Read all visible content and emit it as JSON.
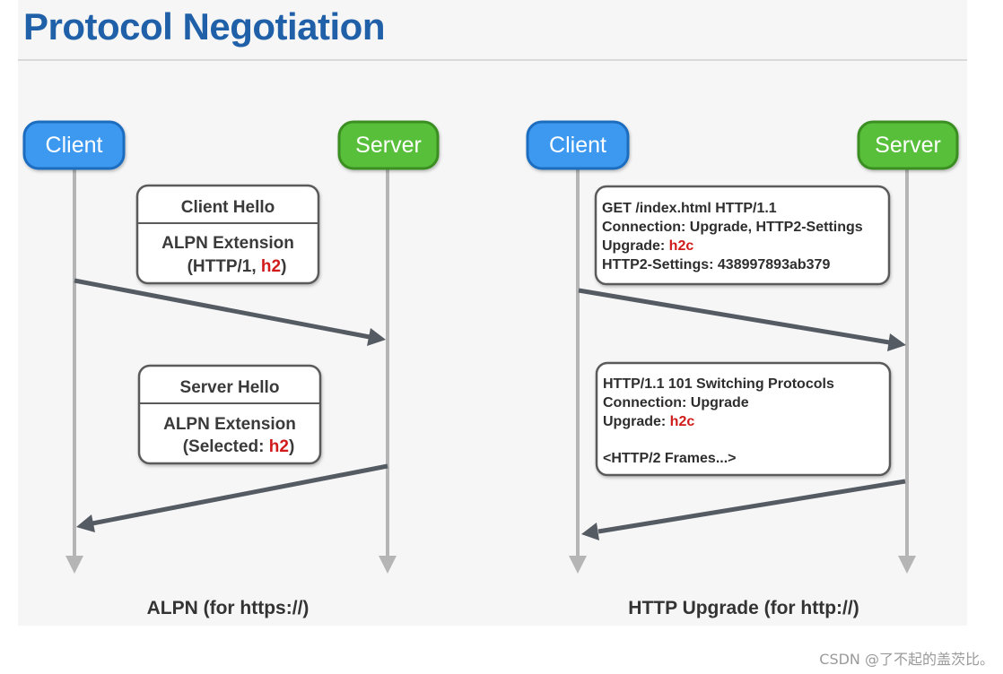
{
  "title": "Protocol Negotiation",
  "watermark": "CSDN @了不起的盖茨比。",
  "colors": {
    "title": "#1f60a8",
    "client_fill": "#3d99f0",
    "client_stroke": "#1f6dc0",
    "server_fill": "#59bf3a",
    "server_stroke": "#3a8f22",
    "highlight": "#d11b1b",
    "lifeline": "#b5b5b5",
    "arrow": "#555b62"
  },
  "alpn": {
    "client_label": "Client",
    "server_label": "Server",
    "caption": "ALPN (for https://)",
    "client_hello": {
      "header": "Client Hello",
      "line1": "ALPN Extension",
      "line2_prefix": "(HTTP/1, ",
      "line2_highlight": "h2",
      "line2_suffix": ")"
    },
    "server_hello": {
      "header": "Server Hello",
      "line1": "ALPN Extension",
      "line2_prefix": "(Selected: ",
      "line2_highlight": "h2",
      "line2_suffix": ")"
    }
  },
  "upgrade": {
    "client_label": "Client",
    "server_label": "Server",
    "caption": "HTTP Upgrade (for http://)",
    "request": {
      "line1": "GET /index.html HTTP/1.1",
      "line2": "Connection: Upgrade, HTTP2-Settings",
      "line3_prefix": "Upgrade: ",
      "line3_highlight": "h2c",
      "line4": "HTTP2-Settings: 438997893ab379"
    },
    "response": {
      "line1": "HTTP/1.1 101 Switching Protocols",
      "line2": "Connection: Upgrade",
      "line3_prefix": "Upgrade: ",
      "line3_highlight": "h2c",
      "line4": "<HTTP/2 Frames...>"
    }
  }
}
